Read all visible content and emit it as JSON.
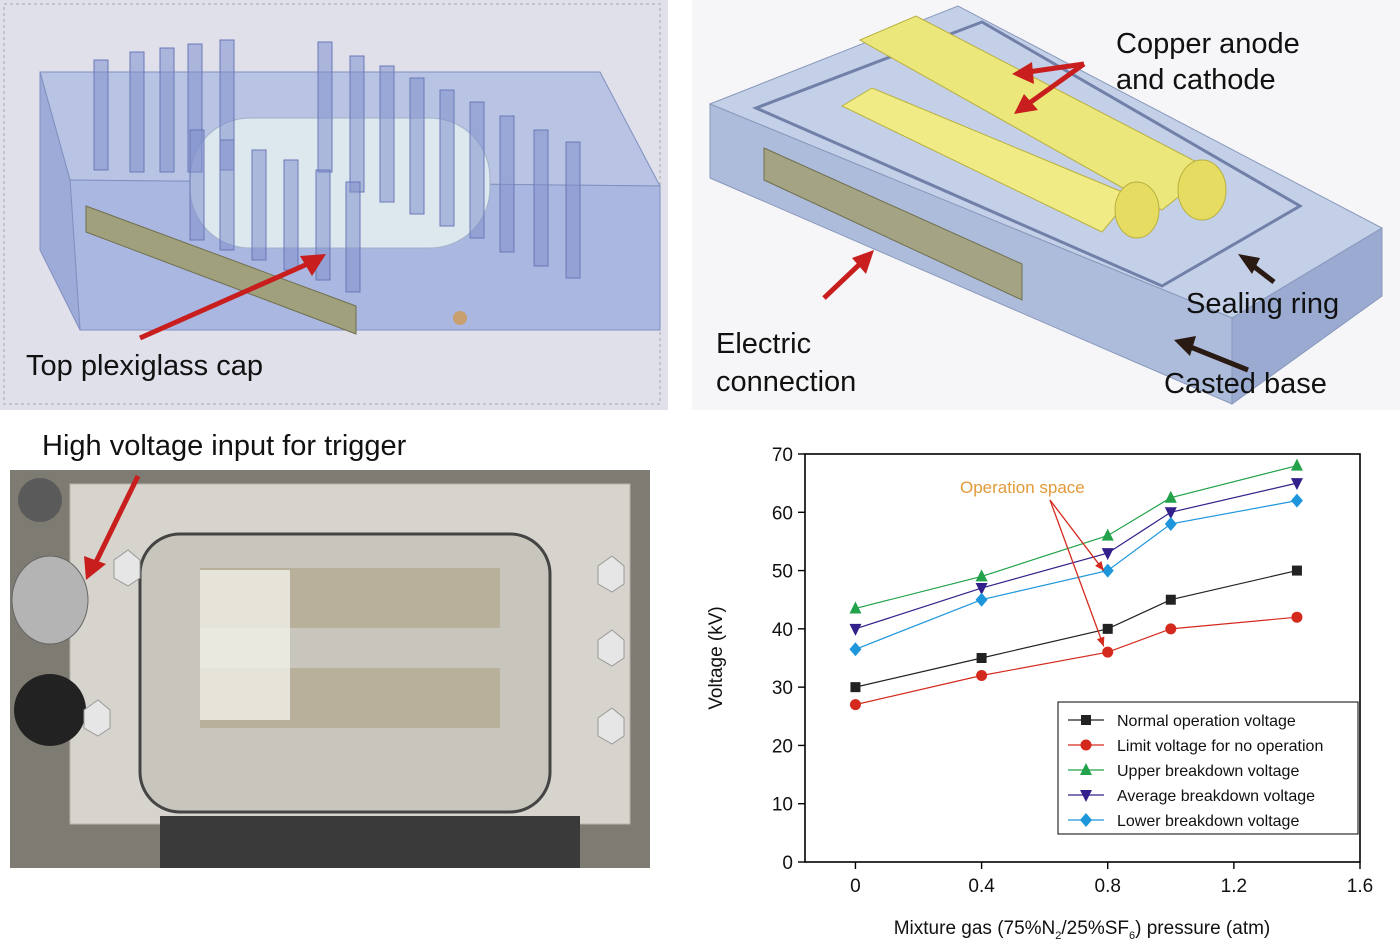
{
  "panels": {
    "top_left": {
      "label": "Top plexiglass cap"
    },
    "top_right": {
      "label_anode_line1": "Copper anode",
      "label_anode_line2": "and cathode",
      "label_sealing": "Sealing ring",
      "label_base": "Casted base",
      "label_electric_line1": "Electric",
      "label_electric_line2": "connection"
    },
    "bottom_left": {
      "label": "High voltage input for trigger"
    }
  },
  "colors": {
    "arrow_red": "#c81e1e",
    "arrow_dark": "#2a1a14",
    "annotation_orange": "#e39a38"
  },
  "chart_data": {
    "type": "line",
    "xlabel_parts": [
      "Mixture gas (75%N",
      "2",
      "/25%SF",
      "6",
      ") pressure (atm)"
    ],
    "ylabel": "Voltage (kV)",
    "xlim": [
      -0.16,
      1.6
    ],
    "ylim": [
      0,
      70
    ],
    "x": [
      0,
      0.4,
      0.8,
      1.0,
      1.4
    ],
    "x_ticks": [
      0,
      0.4,
      0.8,
      1.2,
      1.6
    ],
    "x_tick_labels": [
      "0",
      "0.4",
      "0.8",
      "1.2",
      "1.6"
    ],
    "y_ticks": [
      0,
      10,
      20,
      30,
      40,
      50,
      60,
      70
    ],
    "y_tick_labels": [
      "0",
      "10",
      "20",
      "30",
      "40",
      "50",
      "60",
      "70"
    ],
    "legend_position": "bottom-right",
    "annotation": {
      "text": "Operation space",
      "points": [
        [
          0.8,
          37
        ],
        [
          0.8,
          50
        ]
      ]
    },
    "series": [
      {
        "name": "Normal operation voltage",
        "marker": "square",
        "color": "#222222",
        "values": [
          30,
          35,
          40,
          45,
          50
        ]
      },
      {
        "name": "Limit voltage for no operation",
        "marker": "circle",
        "color": "#d42a1e",
        "values": [
          27,
          32,
          36,
          40,
          42
        ]
      },
      {
        "name": "Upper breakdown voltage",
        "marker": "triangle-up",
        "color": "#22a24a",
        "values": [
          43.5,
          49,
          56,
          62.5,
          68
        ]
      },
      {
        "name": "Average breakdown voltage",
        "marker": "triangle-down",
        "color": "#34208a",
        "values": [
          40,
          47,
          53,
          60,
          65
        ]
      },
      {
        "name": "Lower breakdown voltage",
        "marker": "diamond",
        "color": "#1e96dc",
        "values": [
          36.5,
          45,
          50,
          58,
          62
        ]
      }
    ]
  }
}
